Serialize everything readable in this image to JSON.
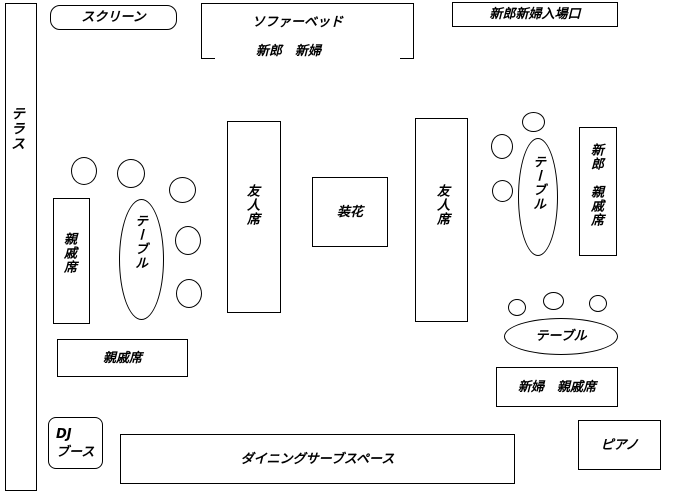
{
  "labels": {
    "screen": "スクリーン",
    "sofa_bed": "ソファーベッド",
    "sofa_couple": "新郎　新婦",
    "entrance": "新郎新婦入場口",
    "terrace": "テラス",
    "relatives_left": "親戚席",
    "table_left": "テーブル",
    "friends_left": "友人席",
    "flowers": "装花",
    "friends_right": "友人席",
    "table_right_vertical": "テーブル",
    "groom_relatives": "新郎　親戚席",
    "relatives_bottom_left": "親戚席",
    "table_bottom_right": "テーブル",
    "bride_relatives": "新婦　親戚席",
    "dj": "DJ",
    "booth": "ブース",
    "dining_serve_space": "ダイニングサーブスペース",
    "piano": "ピアノ"
  }
}
